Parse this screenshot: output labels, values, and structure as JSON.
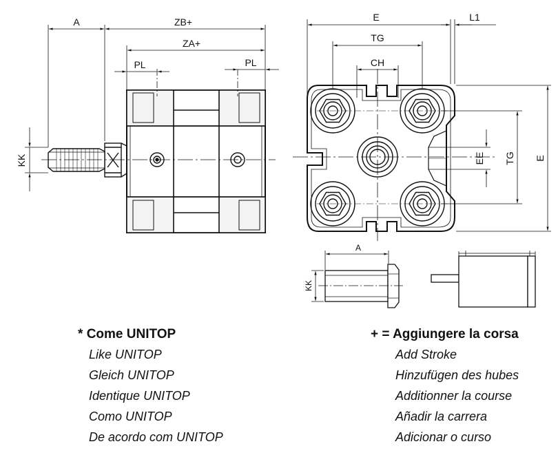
{
  "dimensions": {
    "a": "A",
    "zb": "ZB+",
    "za": "ZA+",
    "pl": "PL",
    "kk": "KK",
    "e": "E",
    "l1": "L1",
    "tg": "TG",
    "ch": "CH",
    "ee": "EE"
  },
  "note_left": {
    "marker": "*",
    "heading": "Come UNITOP",
    "translations": [
      "Like UNITOP",
      "Gleich UNITOP",
      "Identique UNITOP",
      "Como UNITOP",
      "De acordo com UNITOP"
    ]
  },
  "note_right": {
    "marker": "+ =",
    "heading": "Aggiungere la corsa",
    "translations": [
      "Add Stroke",
      "Hinzufügen des hubes",
      "Additionner la course",
      "Añadir la carrera",
      "Adicionar o curso"
    ]
  }
}
